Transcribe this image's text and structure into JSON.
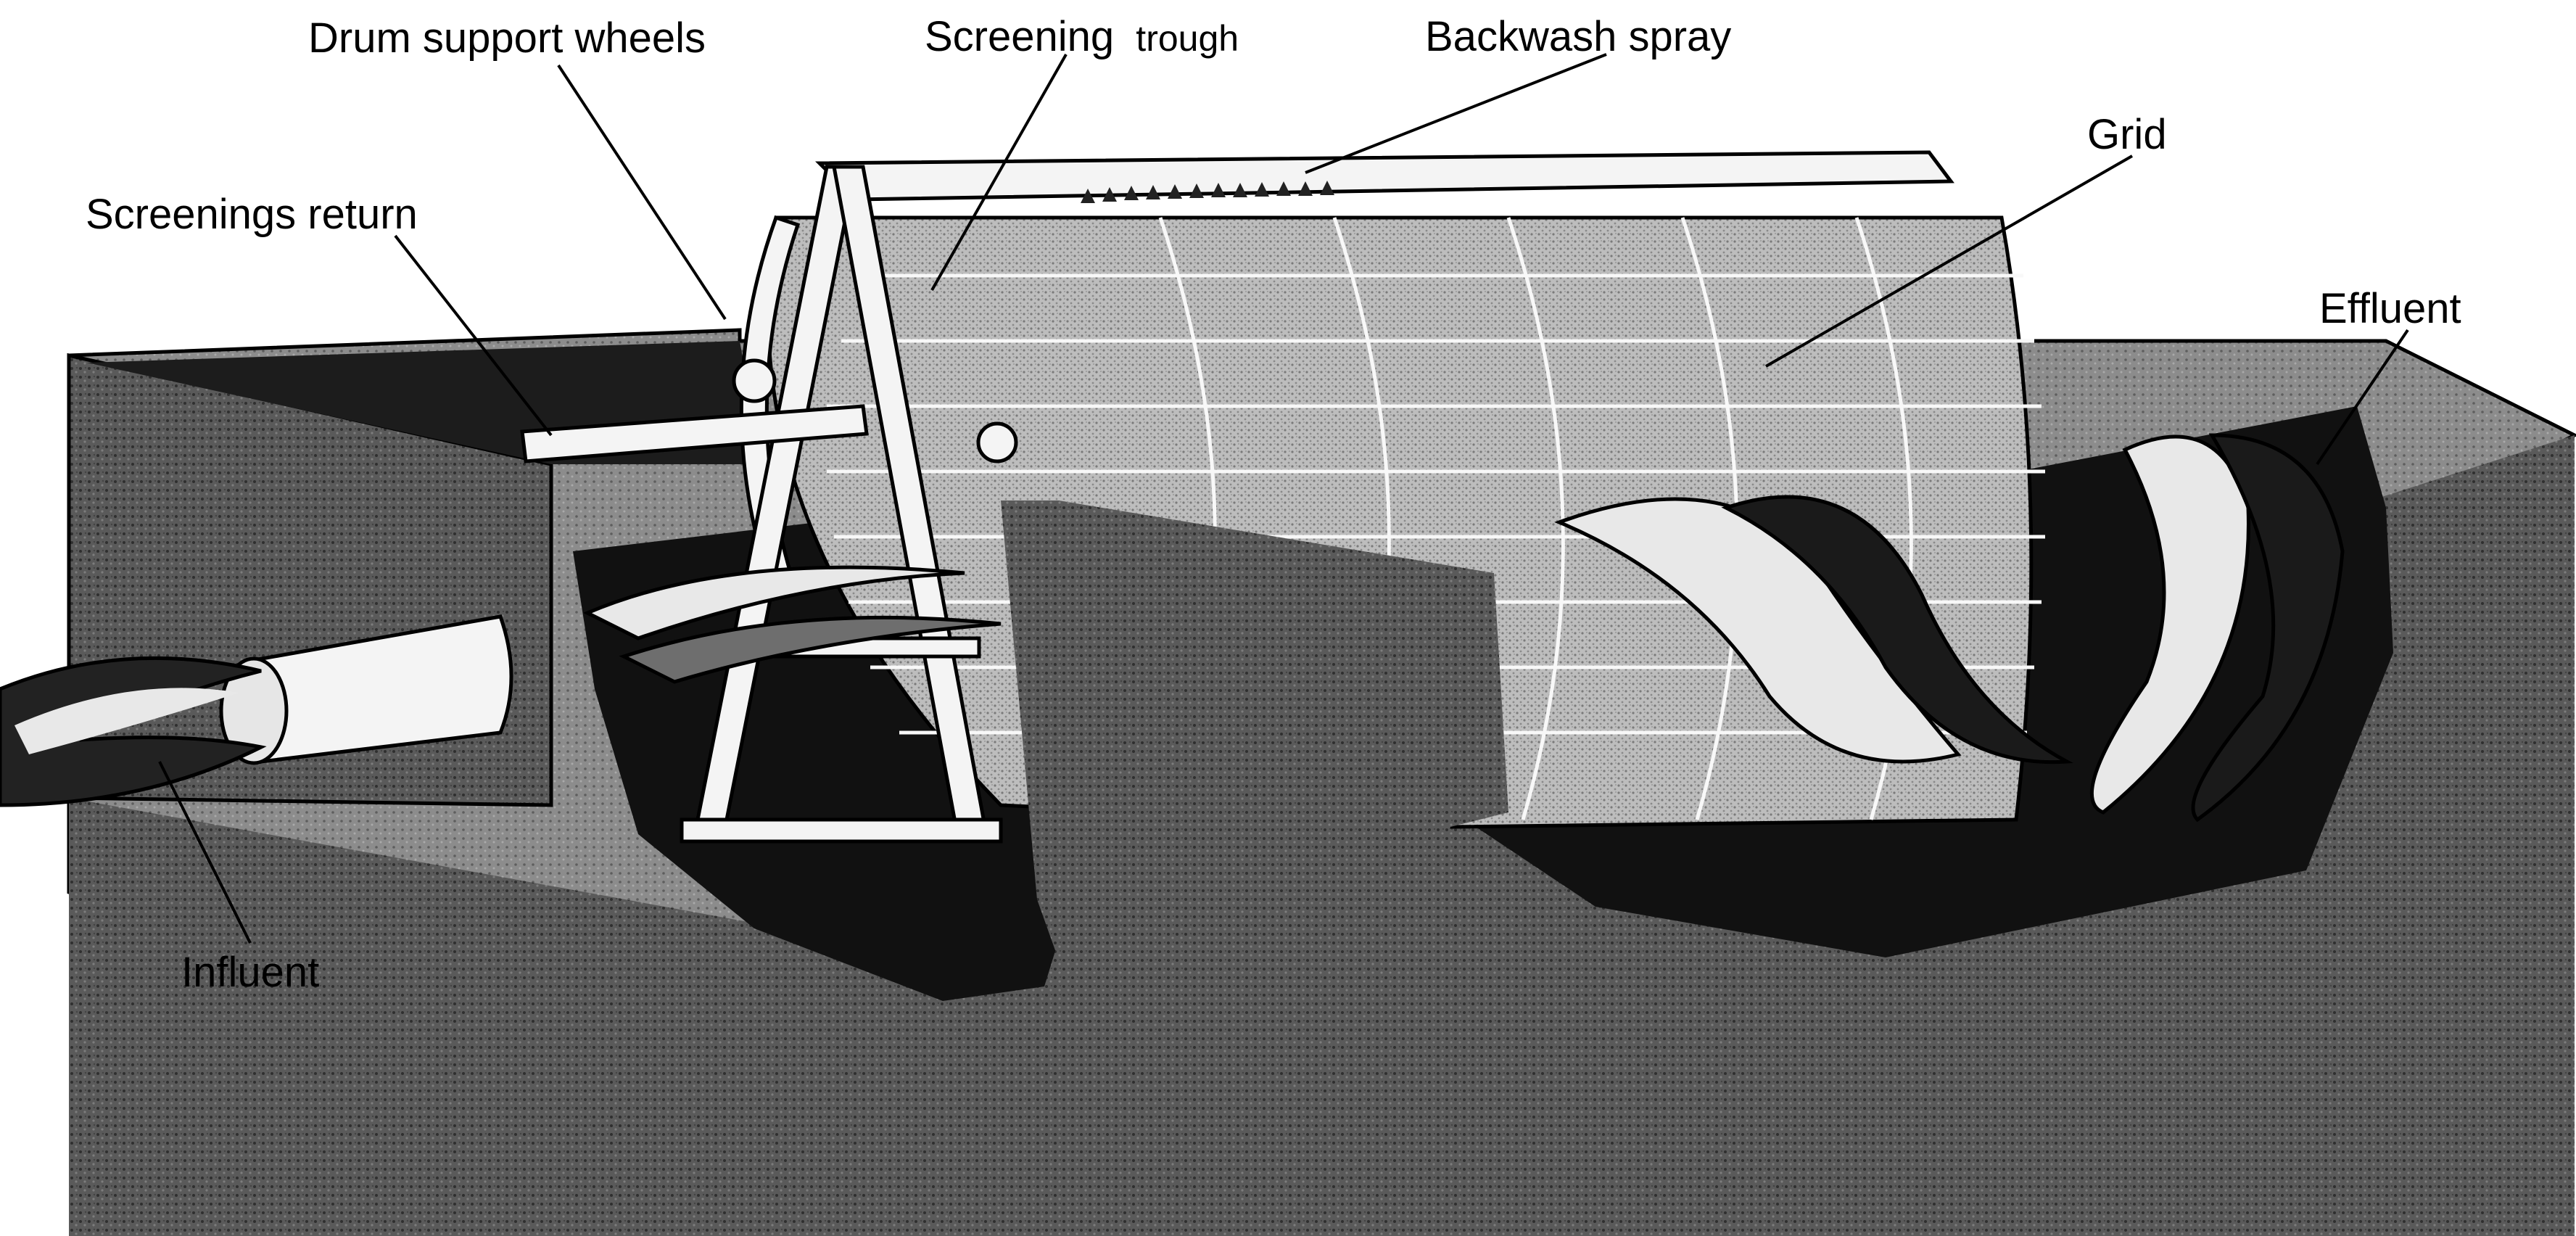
{
  "labels": {
    "drum_support_wheels": "Drum support wheels",
    "screening": "Screening",
    "trough": "trough",
    "backwash_spray": "Backwash spray",
    "screenings_return": "Screenings return",
    "grid": "Grid",
    "effluent": "Effluent",
    "influent": "Influent"
  },
  "colors": {
    "background": "#ffffff",
    "ink": "#000000",
    "concrete_dark": "#3a3a3a",
    "concrete_mid": "#6e6e6e",
    "channel_void": "#111111",
    "drum_screen": "#c6c6c6",
    "frame_light": "#f4f4f4",
    "flow_light": "#e8e8e8"
  }
}
